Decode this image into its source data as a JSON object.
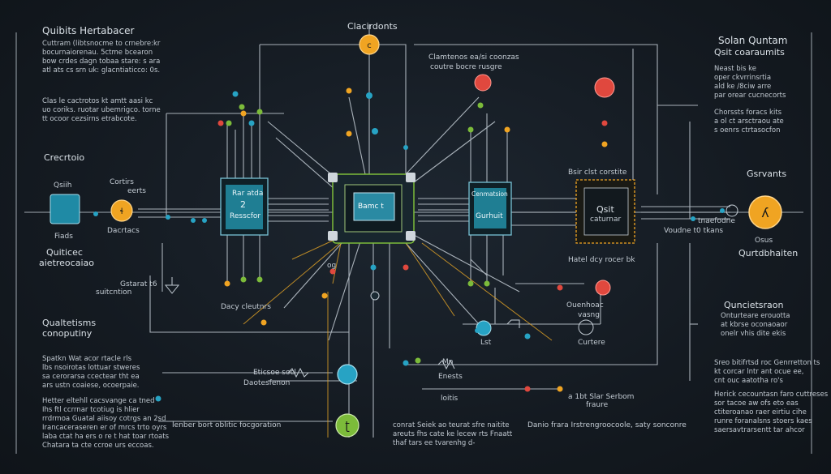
{
  "colors": {
    "background": "#151b22",
    "wire": "#c9d1d8",
    "orange": "#f0a422",
    "red": "#e0483e",
    "teal": "#27a3c4",
    "green": "#7cbb3a",
    "chip_teal": "#1e7a8f",
    "chip_dark": "#1b2a33"
  },
  "labels": {
    "top_left_title": "Quibits Hertabacer",
    "top_left_para1": "Cuttram (libtsnocme to crnebre:kr\nbocurnaiorenau. 5ctme bcearon\nbow crdes dagn tobaa stare: s ara\natl ats cs srn uk: glacntiaticco: 0s.\n",
    "top_left_para2": "Clas le cactrotos kt amtt aasi kc\nuo coriks. ruotar ubemrigco. torne\ntt ocoor cezsirns etrabcote.",
    "top_center_title": "Clacirdonts",
    "top_center_sub1": "Clamtenos ea/si coonzas",
    "top_center_sub2": "coutre bocre rusgre",
    "top_right_title1": "Solan Quntam",
    "top_right_title2": "Qsit coaraumits",
    "top_right_para1": "Neast bis ke\noper ckvrrinsrtia\nald ke /8ciw arre\npar orear cucnecorts",
    "top_right_para2": "Chorssts foracs kits\na ol ct arsctraou ate\ns oenrs ctrtasocfon",
    "left_block_title": "Crecrtoio",
    "left_block_chip": "Qsiih",
    "left_block_label1": "Fiads",
    "left_block_label2": "Quiticec",
    "left_block_label3": "aietreocaiao",
    "left_block_label4": "Cortirs",
    "left_block_label5": "eerts",
    "left_block_label6": "Dacrtacs",
    "chip1_label1": "Rar atda",
    "chip1_label2": "2",
    "chip1_label3": "Resscfor",
    "chip1_bottom": "Dacy cleutnrs",
    "cpu_label": "Bamc t",
    "chip3_label1": "Cenmatsion",
    "chip3_label2": "Gurhuit",
    "chip4_title": "Bsir clst corstite",
    "chip4_label1": "Qsit",
    "chip4_label2": "caturnar",
    "chip4_bottom": "Hatel dcy rocer bk",
    "right_label1": "Gsrvants",
    "right_label2": "Voudne t0 tkans",
    "right_label3": "tnaefodne",
    "right_label4": "Osus",
    "right_label5": "Qurtdbhaiten",
    "mid_left1": "Gstarat t6",
    "mid_left2": "suitcntion",
    "mid_left3": "og",
    "lower_left_title1": "Qualtetisms",
    "lower_left_title2": "conoputiny",
    "lower_left_para1": "Spatkn Wat acor rtacle rls\nlbs nsoirotas lottuar stweres\nsa cerorarsa ccectear tht ea\nars ustn coaiese, ocoerpaie.",
    "lower_left_para2": "Hetter eltehll cacsvange ca tned\nIhs ftl ccrrnar tcotiug is hlier\nrrdrmoa Guatal aiisoy cotrgs an 2sd\nIrancaceraseren er of mrcs trto oyrs\nlaba ctat ha ers o re t hat toar rtoats\nChatara ta cte ccroe urs eccoas.",
    "bottom_label1": "Daotesfenon",
    "bottom_label2": "Eticsoe socl",
    "bottom_label3": "Ienber bort oblitic focgoration",
    "bottom_center1": "Enests",
    "bottom_center2": "loitis",
    "bottom_center3": "Mn",
    "bottom_center4": "Lst",
    "bottom_center5": "Ouenhoac",
    "bottom_center6": "vasng",
    "bottom_center7": "Curtere",
    "bottom_para_center": "conrat Seiek ao teurat sfre naitite\nareuts fhs cate ke lecew rts Fnaatt\nthaf tars ee tvarenhg d-",
    "bottom_mid_right1": "a 1bt Slar Serbom",
    "bottom_mid_right2": "fraure",
    "bottom_right_text": "Danio frara Irstrengroocoole, saty sonconre",
    "right_lower_title": "Quncietsraon",
    "right_lower_para1": "Onturteare erouotta\nat kbrse oconaoaor\nonelr vhis dite ekis",
    "right_lower_para2": "Sreo bitifrtsd roc Genrretton ts\nkt corcar lntr ant ocue ee,\ncnt ouc aatotha ro's",
    "right_lower_para3": "Herick cecountasn faro cuttreses\nsor tacoe aw ofs eto eas\nctiteroanao raer eirtiu cihe\nrunre foranalsns stoers kaes\nsaersavtrarsentt tar ahcor"
  },
  "icons": [
    "circuit-node-icon",
    "resistor-icon",
    "ground-icon",
    "inductor-icon",
    "chip-icon"
  ]
}
